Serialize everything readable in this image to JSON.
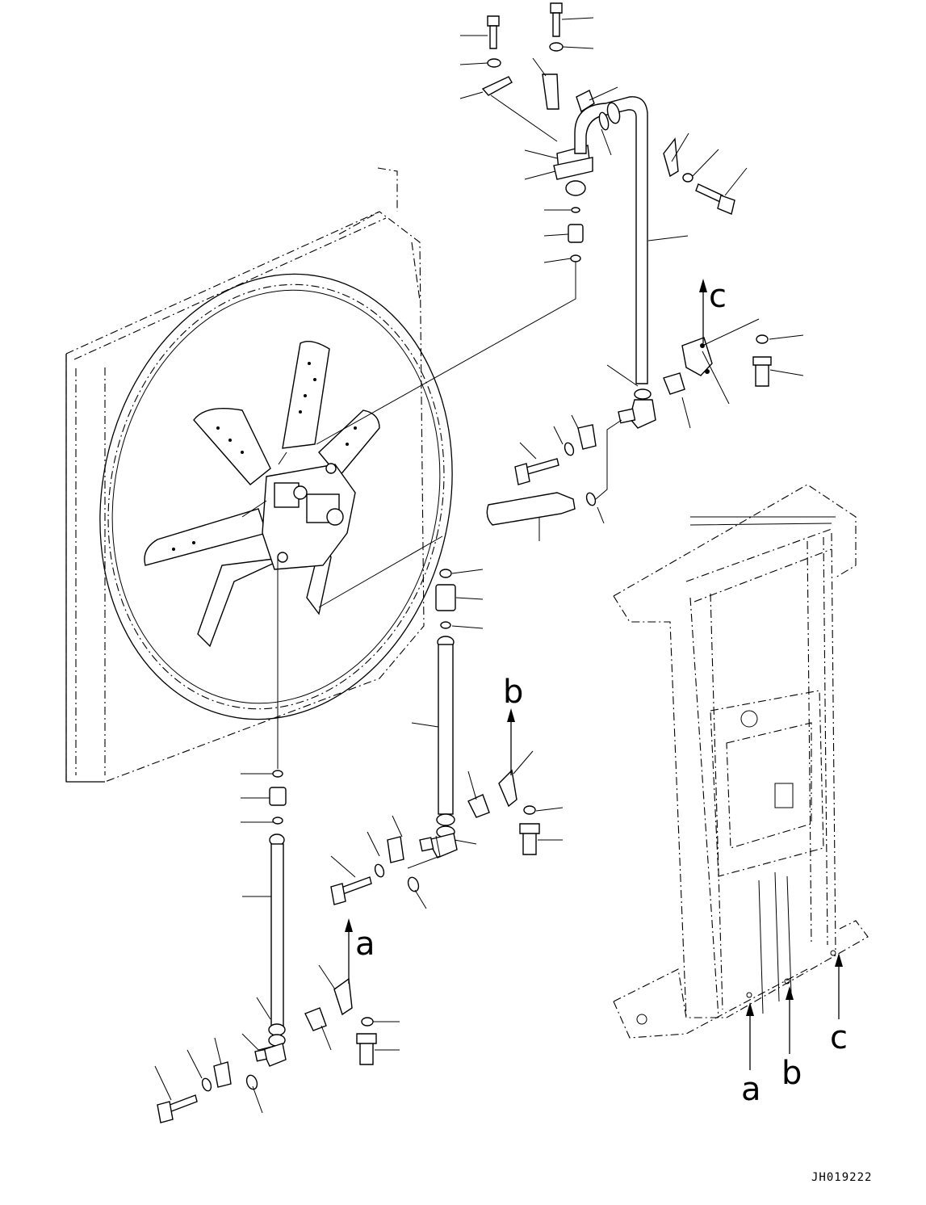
{
  "drawing_code": "JH019222",
  "ref_letters": {
    "a": "a",
    "b": "b",
    "c": "c"
  },
  "colors": {
    "ink": "#000000",
    "paper": "#ffffff"
  }
}
